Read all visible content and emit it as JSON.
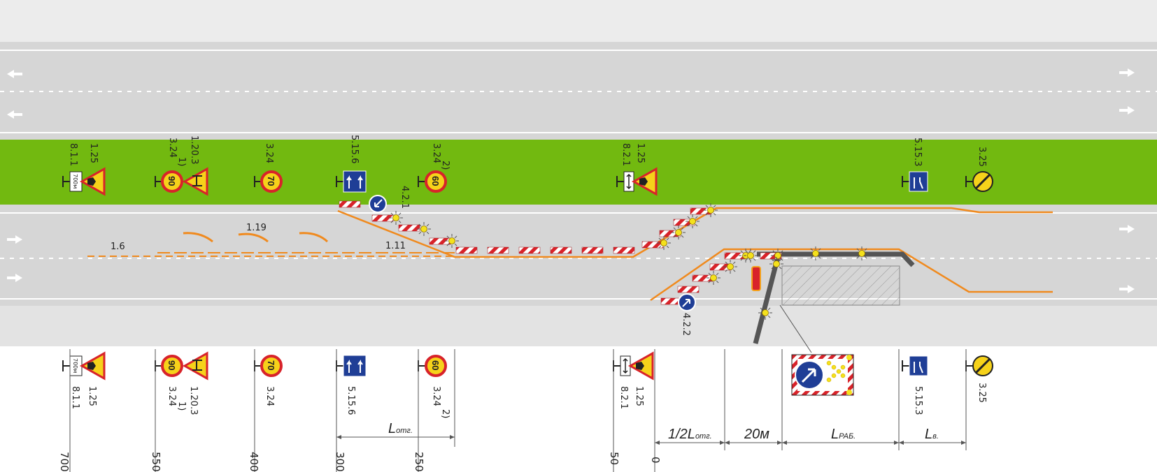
{
  "colors": {
    "grass": "#72b910",
    "road": "#d6d6d6",
    "shoulder": "#e3e3e3",
    "fence_orange": "#f08a1e",
    "barrier_red": "#d8232a",
    "sign_blue": "#1f3e96",
    "sign_yellow": "#f6d21a",
    "lamp": "#f4e11c"
  },
  "upper_signs": [
    {
      "sign": "warning-roadworks",
      "labels": [
        "8.1.1",
        "1.25"
      ],
      "plate": "700м"
    },
    {
      "sign": "speed-90-plus-narrowing",
      "labels": [
        "3.24",
        "1)",
        "1.20.3"
      ],
      "speed": "90"
    },
    {
      "sign": "speed-70",
      "labels": [
        "3.24"
      ],
      "speed": "70"
    },
    {
      "sign": "lane-information",
      "labels": [
        "5.15.6"
      ]
    },
    {
      "sign": "speed-60",
      "labels": [
        "3.24",
        "2)"
      ],
      "speed": "60"
    },
    {
      "sign": "warning-roadworks-plate",
      "labels": [
        "8.2.1",
        "1.25"
      ]
    },
    {
      "sign": "lane-end-information",
      "labels": [
        "5.15.3"
      ]
    },
    {
      "sign": "end-of-restrictions",
      "labels": [
        "3.25"
      ]
    }
  ],
  "road_labels": {
    "marking_16": "1.6",
    "marking_119": "1.19",
    "marking_111": "1.11",
    "sign_421": "4.2.1",
    "sign_422": "4.2.2"
  },
  "lower_signs": [
    {
      "sign": "warning-roadworks",
      "labels": [
        "1.25",
        "8.1.1"
      ],
      "plate": "700м"
    },
    {
      "sign": "speed-90-plus-narrowing",
      "labels": [
        "1.20.3",
        "3.24",
        "1)"
      ],
      "speed": "90"
    },
    {
      "sign": "speed-70",
      "labels": [
        "3.24"
      ],
      "speed": "70"
    },
    {
      "sign": "lane-information",
      "labels": [
        "5.15.6"
      ]
    },
    {
      "sign": "speed-60",
      "labels": [
        "3.24",
        "2)"
      ],
      "speed": "60"
    },
    {
      "sign": "warning-roadworks-plate",
      "labels": [
        "1.25",
        "8.2.1"
      ]
    },
    {
      "sign": "lane-end-information",
      "labels": [
        "5.15.3"
      ]
    },
    {
      "sign": "end-of-restrictions",
      "labels": [
        "3.25"
      ]
    }
  ],
  "dimensions": {
    "l_otg": "L",
    "l_otg_sub": "отг.",
    "half_l": "1/2L",
    "half_l_sub": "отг.",
    "twenty": "20м",
    "l_rab": "L",
    "l_rab_sub": "РАБ.",
    "l_v": "L",
    "l_v_sub": "в."
  },
  "distances": [
    "700",
    "550",
    "400",
    "300",
    "250",
    "50",
    "0"
  ]
}
